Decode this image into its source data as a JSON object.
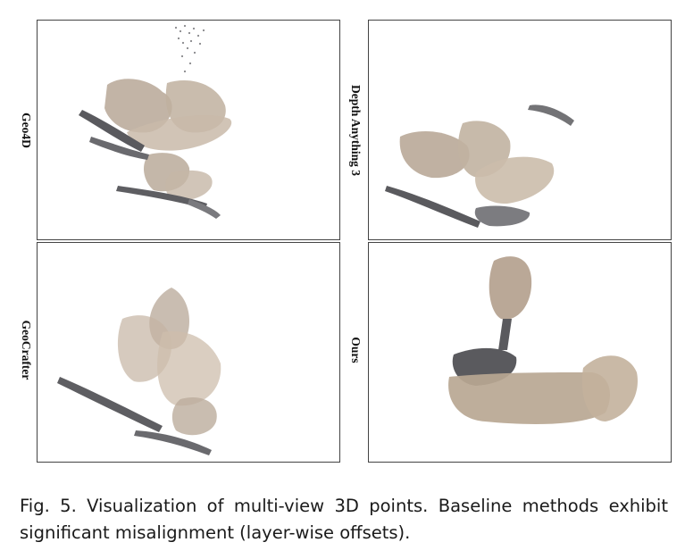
{
  "figure": {
    "panels": [
      {
        "label": "Geo4D"
      },
      {
        "label": "Depth Anything 3"
      },
      {
        "label": "GeoCrafter"
      },
      {
        "label": "Ours"
      }
    ],
    "caption": "Fig. 5. Visualization of multi-view 3D points. Baseline methods exhibit significant misalignment (layer-wise offsets).",
    "colors": {
      "border": "#444444",
      "tan_points": "#b7a797",
      "dark_points": "#5a5a5e",
      "gray_points": "#7c7c80"
    }
  }
}
